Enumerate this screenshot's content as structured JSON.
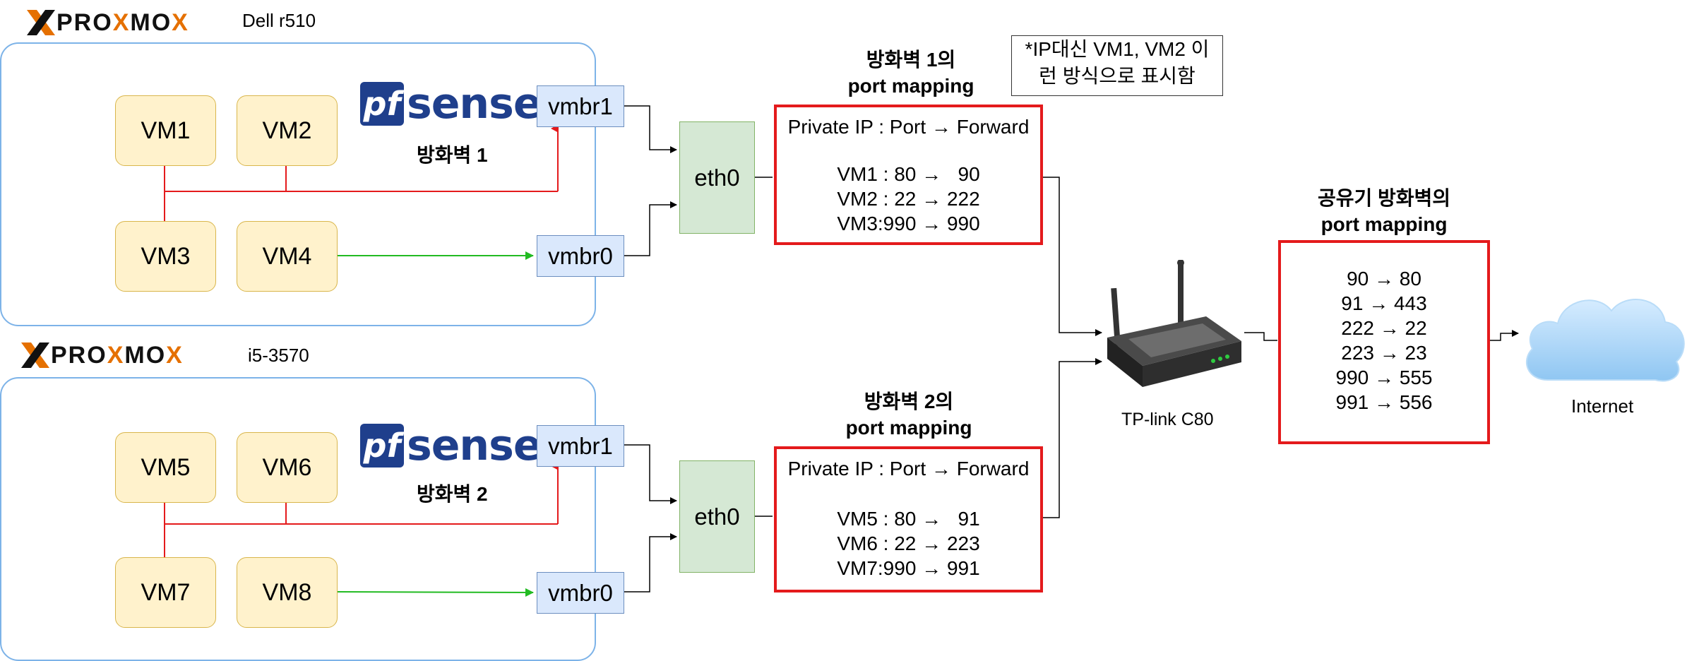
{
  "hosts": [
    {
      "brand": "PROXMOX",
      "name": "Dell r510",
      "firewall_brand_prefix": "pf",
      "firewall_brand": "sense",
      "firewall_label": "방화벽 1",
      "vms": [
        "VM1",
        "VM2",
        "VM3",
        "VM4"
      ],
      "bridges": [
        "vmbr1",
        "vmbr0"
      ],
      "nic": "eth0",
      "mapping_title": [
        "방화벽 1의",
        "port mapping"
      ],
      "mapping_header": "Private IP : Port → Forward",
      "mapping_rows": [
        "VM1 : 80 →   90",
        "VM2 : 22 → 222",
        "VM3:990 → 990"
      ]
    },
    {
      "brand": "PROXMOX",
      "name": "i5-3570",
      "firewall_brand_prefix": "pf",
      "firewall_brand": "sense",
      "firewall_label": "방화벽 2",
      "vms": [
        "VM5",
        "VM6",
        "VM7",
        "VM8"
      ],
      "bridges": [
        "vmbr1",
        "vmbr0"
      ],
      "nic": "eth0",
      "mapping_title": [
        "방화벽 2의",
        "port mapping"
      ],
      "mapping_header": "Private IP : Port → Forward",
      "mapping_rows": [
        "VM5 : 80 →   91",
        "VM6 : 22 → 223",
        "VM7:990 → 991"
      ]
    }
  ],
  "note": [
    "*IP대신 VM1, VM2 이",
    "런 방식으로 표시함"
  ],
  "router": {
    "label": "TP-link C80",
    "icon": "wifi-router-icon",
    "mapping_title": [
      "공유기 방화벽의",
      "port mapping"
    ],
    "mapping_rows": [
      "90 → 80",
      "91 → 443",
      "222 → 22",
      "223 → 23",
      "990 → 555",
      "991 → 556"
    ]
  },
  "internet": {
    "label": "Internet",
    "icon": "cloud-icon"
  },
  "colors": {
    "lan_link": "#e41a1c",
    "wan_link": "#22bb22",
    "frame": "#7db3e8",
    "vm_fill": "#fff2cc",
    "bridge_fill": "#dae8fc",
    "nic_fill": "#d5e8d4",
    "proxmox_x": "#e57000",
    "pfsense_blue": "#1f3f8c"
  }
}
